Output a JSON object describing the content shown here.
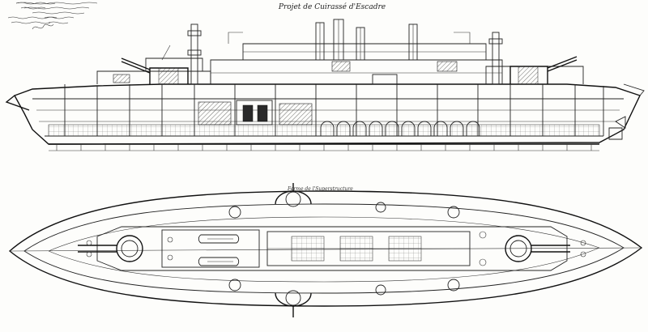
{
  "drawing": {
    "title": "Projet de Cuirassé d'Escadre",
    "plan_label": "Ferme de l'Superstructure"
  },
  "views": [
    {
      "name": "longitudinal-section"
    },
    {
      "name": "deck-plan"
    }
  ],
  "colors": {
    "paper": "#fdfdfb",
    "ink": "#222222"
  }
}
